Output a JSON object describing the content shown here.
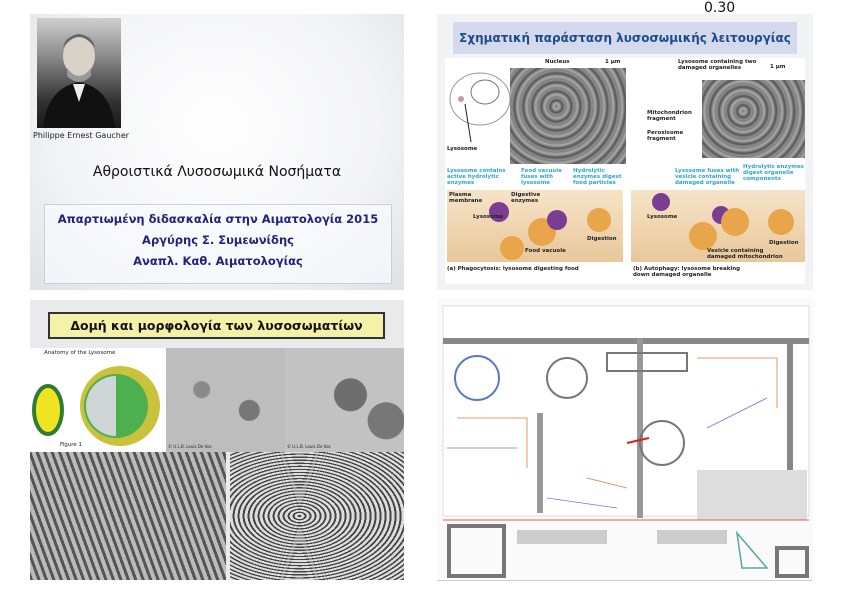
{
  "page_number_label": "0.30",
  "slide1": {
    "portrait_caption": "Philippe Ernest Gaucher",
    "title": "Αθροιστικά Λυσοσωμικά Νοσήματα",
    "subtitle_lines": [
      "Απαρτιωμένη διδασκαλία στην Αιματολογία 2015",
      "Αργύρης Σ. Συμεωνίδης",
      "Αναπλ. Καθ. Αιματολογίας"
    ]
  },
  "slide2": {
    "title": "Σχηματική παράσταση λυσοσωμικής λειτουργίας",
    "labels": {
      "nucleus": "Nucleus",
      "scale_left": "1 μm",
      "scale_right": "1 μm",
      "lysosome_top": "Lysosome",
      "lysosome_two": "Lysosome containing two damaged organelles",
      "mito_fragment": "Mitochondrion fragment",
      "perox_fragment": "Peroxisome fragment",
      "lys_contains": "Lysosome contains active hydrolytic enzymes",
      "food_vac_fuses": "Food vacuole fuses with lysosome",
      "hydro_food": "Hydrolytic enzymes digest food particles",
      "lys_fuses": "Lysosome fuses with vesicle containing damaged organelle",
      "hydro_org": "Hydrolytic enzymes digest organelle components",
      "plasma_membrane": "Plasma membrane",
      "digestive_enzymes": "Digestive enzymes",
      "lysosome_a": "Lysosome",
      "food_vacuole": "Food vacuole",
      "digestion_a": "Digestion",
      "lysosome_b": "Lysosome",
      "digestion_b": "Digestion",
      "vesicle": "Vesicle containing damaged mitochondrion",
      "caption_a": "(a) Phagocytosis: lysosome digesting food",
      "caption_b": "(b) Autophagy: lysosome breaking down damaged organelle"
    }
  },
  "slide3": {
    "title": "Δομή και μορφολογία των λυσοσωματίων",
    "figure_title": "Anatomy of the Lysosome",
    "figure_label": "Figure 1",
    "credit": "© U.L.B. Louis De Vos"
  },
  "colors": {
    "title_blue": "#1d4c8a",
    "subtitle_navy": "#23237a",
    "title_box_yellow": "#f5f1a8",
    "title_box_lavender": "#d5d9ee"
  }
}
